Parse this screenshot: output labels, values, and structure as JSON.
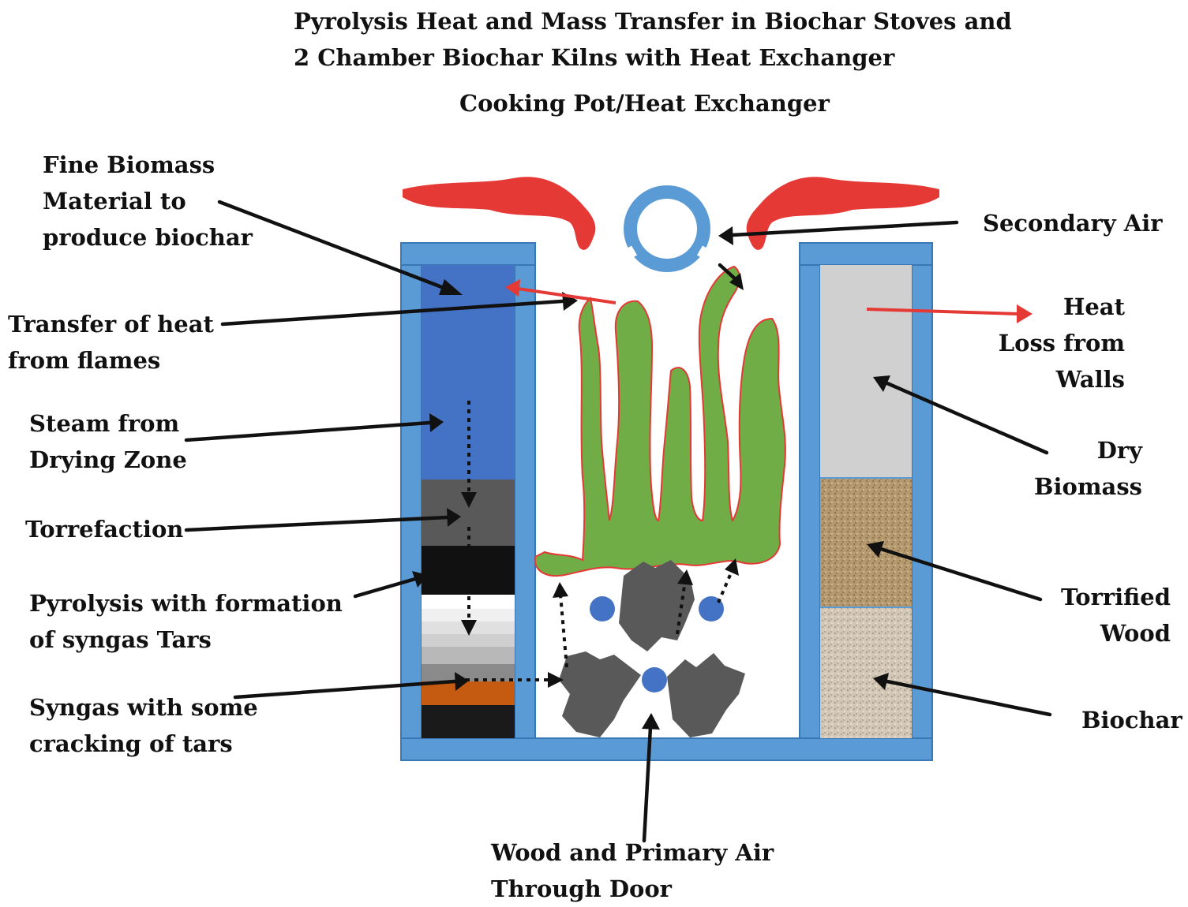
{
  "title": {
    "line1": "Pyrolysis Heat and Mass Transfer in Biochar Stoves and",
    "line2": "2 Chamber Biochar Kilns with Heat Exchanger",
    "subtitle": "Cooking Pot/Heat Exchanger"
  },
  "labels": {
    "fine_biomass": [
      "Fine Biomass",
      "Material to",
      "produce biochar"
    ],
    "transfer_heat": [
      "Transfer of heat",
      "from flames"
    ],
    "steam": [
      "Steam from",
      "Drying Zone"
    ],
    "torrefaction": [
      "Torrefaction"
    ],
    "pyrolysis": [
      "Pyrolysis with formation",
      "of syngas Tars"
    ],
    "syngas": [
      "Syngas with some",
      "cracking of tars"
    ],
    "wood_primary_air": [
      "Wood and Primary Air",
      "Through Door"
    ],
    "secondary_air": [
      "Secondary Air"
    ],
    "heat_loss": [
      "Heat",
      "Loss from",
      "Walls"
    ],
    "dry_biomass": [
      "Dry",
      "Biomass"
    ],
    "torrified_wood": [
      "Torrified",
      "Wood"
    ],
    "biochar": [
      "Biochar"
    ]
  },
  "colors": {
    "wall_blue": "#5b9bd5",
    "drying_zone_blue": "#4472c4",
    "flame_green": "#70ad47",
    "flame_red": "#e53935",
    "char_grey": "#595959",
    "dry_biomass_grey": "#d0d0d0",
    "torrified_wood_tan": "#b49a6e",
    "biochar_beige": "#d3c8b6",
    "syngas_orange": "#c55a11"
  }
}
